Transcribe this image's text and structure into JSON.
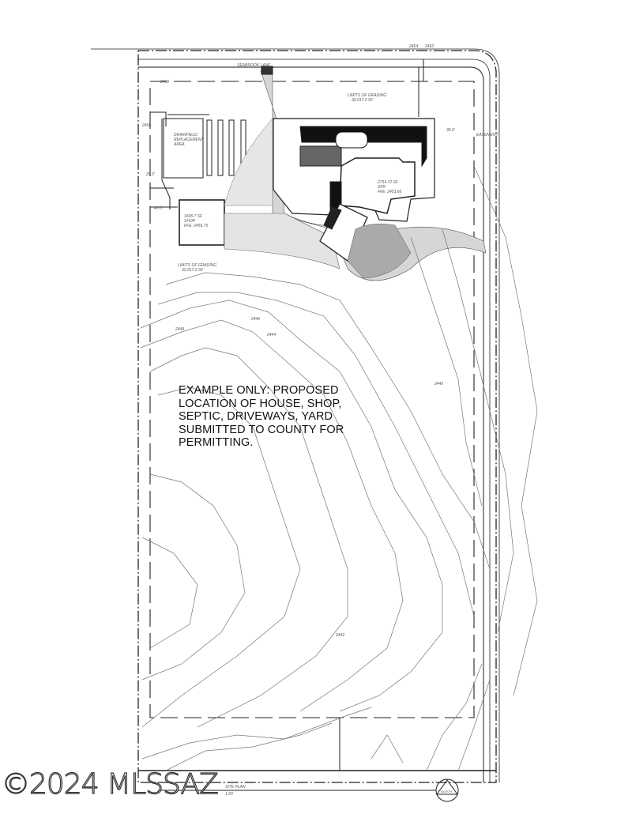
{
  "note": {
    "lines": [
      "EXAMPLE ONLY:  PROPOSED",
      "LOCATION OF HOUSE, SHOP,",
      "SEPTIC, DRIVEWAYS, YARD",
      "SUBMITTED TO COUNTY FOR",
      "PERMITTING."
    ]
  },
  "labels": {
    "road": "SEABROOK LANE",
    "drainfield": [
      "DRAINFIELD",
      "REPLACEMENT",
      "AREA"
    ],
    "shop": [
      "1606.7 SF",
      "SHOP",
      "FFE: 2456.75"
    ],
    "house": [
      "2754.72 SF",
      "SFR",
      "FFE: 2453.66"
    ],
    "grading_top": [
      "LIMITS OF GRADING",
      "32,017.2 SF"
    ],
    "grading_left": [
      "LIMITS OF GRADING",
      "32,017.2 SF"
    ],
    "dim_40": "40.0'",
    "dim_25": "25.0'",
    "dim_30": "30.0'",
    "easement": "EASEMENT",
    "site_plan": "SITE PLAN",
    "scale": "1:20",
    "north": "NORTH"
  },
  "contours": [
    "2450",
    "2452",
    "2454",
    "2456",
    "2448",
    "2446",
    "2444",
    "2442",
    "2440"
  ],
  "watermark": "©2024 MLSSAZ"
}
